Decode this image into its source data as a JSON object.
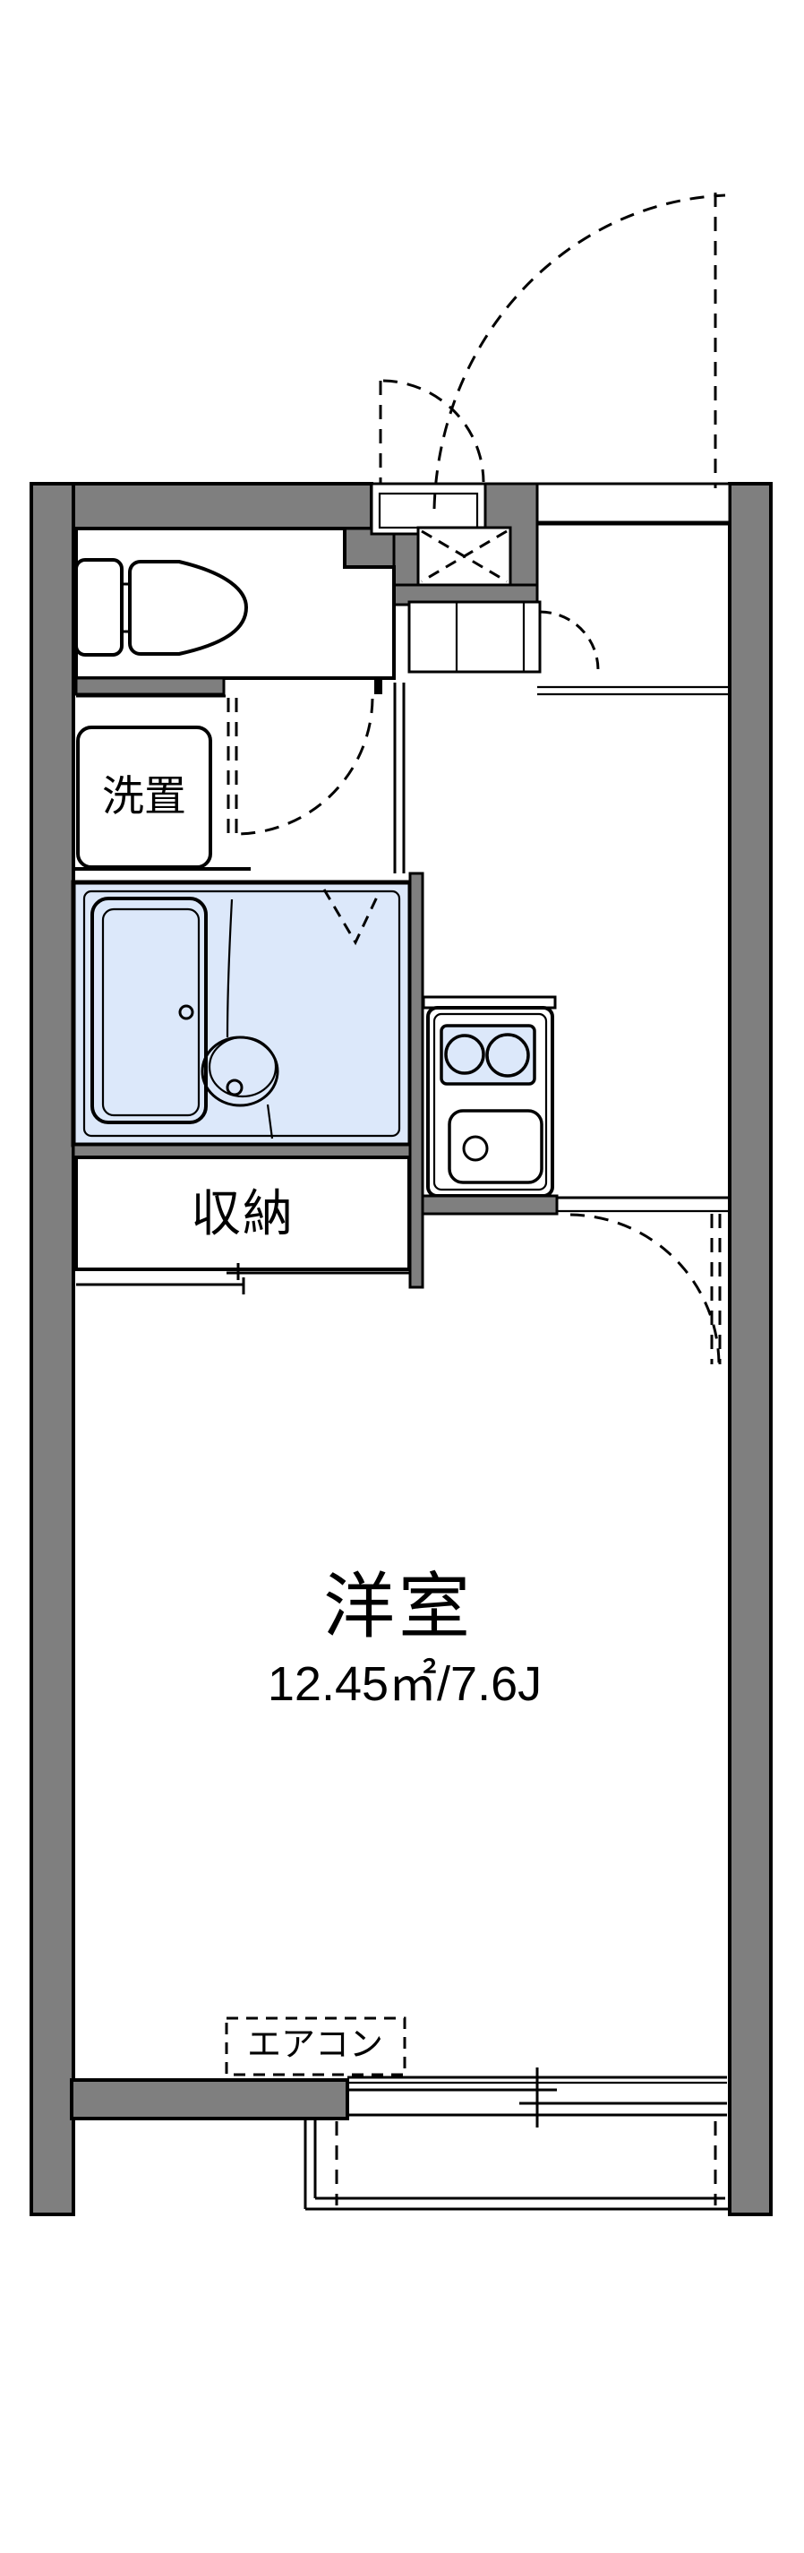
{
  "floorplan": {
    "rooms": {
      "main_room": {
        "label": "洋室",
        "size": "12.45㎡/7.6J"
      },
      "closet": {
        "label": "収納"
      },
      "laundry": {
        "label": "洗置"
      },
      "aircon": {
        "label": "エアコン"
      }
    },
    "colors": {
      "wall": "#7f7f7f",
      "water": "#dce8fa",
      "storage": "#faefd6",
      "line": "#000000",
      "bg": "#ffffff"
    }
  }
}
